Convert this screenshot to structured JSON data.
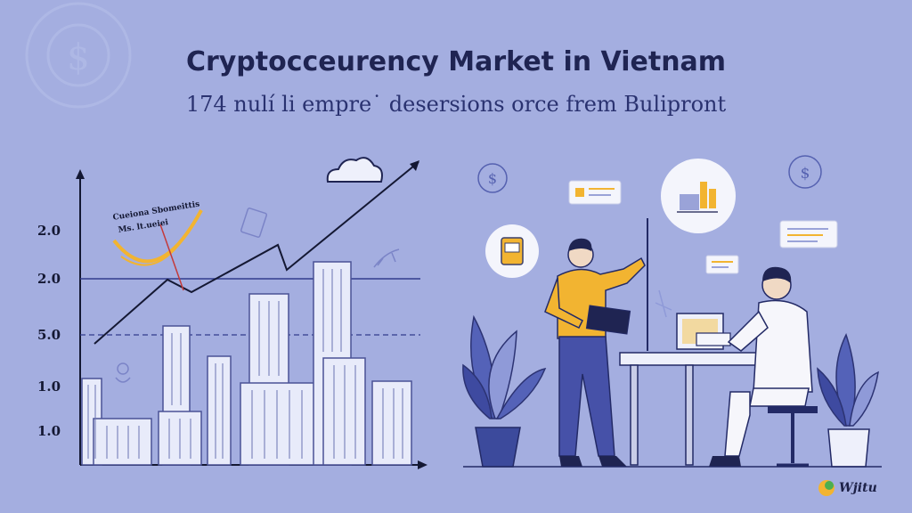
{
  "header": {
    "title": "Cryptocceurency Market in Vietnam",
    "subtitle": "174 nulí li empre˙ desersions orce frem Bulipront"
  },
  "chart": {
    "y_tick_labels": [
      "2.0",
      "2.0",
      "5.0",
      "1.0",
      "1.0"
    ],
    "arc_label_line1": "Cueiona Sbomeittis",
    "arc_label_line2": "Ms. lt.ueiei"
  },
  "brand": {
    "logo_text": "Wjitu"
  },
  "colors": {
    "background": "#a4aee0",
    "title": "#1f2452",
    "accent_yellow": "#f2b431",
    "navy": "#323c8c",
    "plant": "#5462b8"
  },
  "icons": [
    "dollar-coin-icon",
    "cloud-icon",
    "document-icon",
    "bar-chart-icon",
    "wallet-icon"
  ]
}
